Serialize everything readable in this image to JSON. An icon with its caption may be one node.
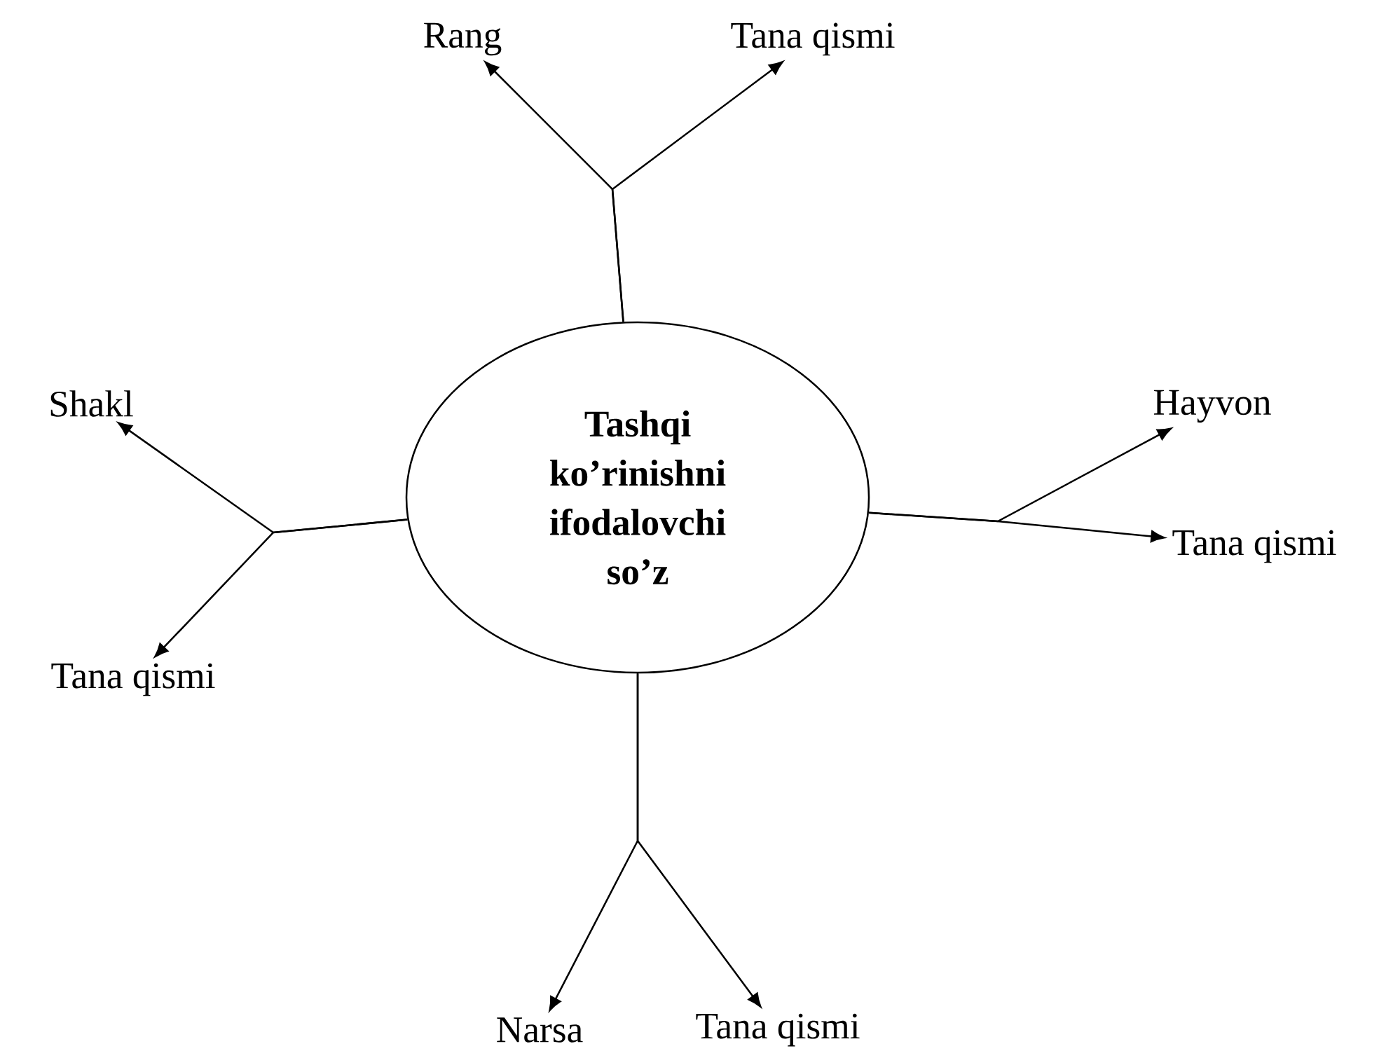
{
  "diagram": {
    "nodes": [
      {
        "text": [
          "Tashqi ko’rinishni ifodalovchi so’z"
        ]
      },
      {
        "text": [
          "Rang"
        ]
      },
      {
        "text": [
          "Tana qismi"
        ]
      },
      {
        "text": [
          "Shakl"
        ]
      },
      {
        "text": [
          "Tana qismi"
        ]
      },
      {
        "text": [
          "Hayvon"
        ]
      },
      {
        "text": [
          "Tana qismi"
        ]
      },
      {
        "text": [
          "Narsa"
        ]
      },
      {
        "text": [
          "Tana qismi"
        ]
      }
    ],
    "edges": [
      {
        "from": 0,
        "to": 1,
        "arrow": "to"
      },
      {
        "from": 0,
        "to": 2,
        "arrow": "to"
      },
      {
        "from": 0,
        "to": 3,
        "arrow": "to"
      },
      {
        "from": 0,
        "to": 4,
        "arrow": "to"
      },
      {
        "from": 0,
        "to": 5,
        "arrow": "to"
      },
      {
        "from": 0,
        "to": 6,
        "arrow": "to"
      },
      {
        "from": 0,
        "to": 7,
        "arrow": "to"
      },
      {
        "from": 0,
        "to": 8,
        "arrow": "to"
      }
    ]
  }
}
